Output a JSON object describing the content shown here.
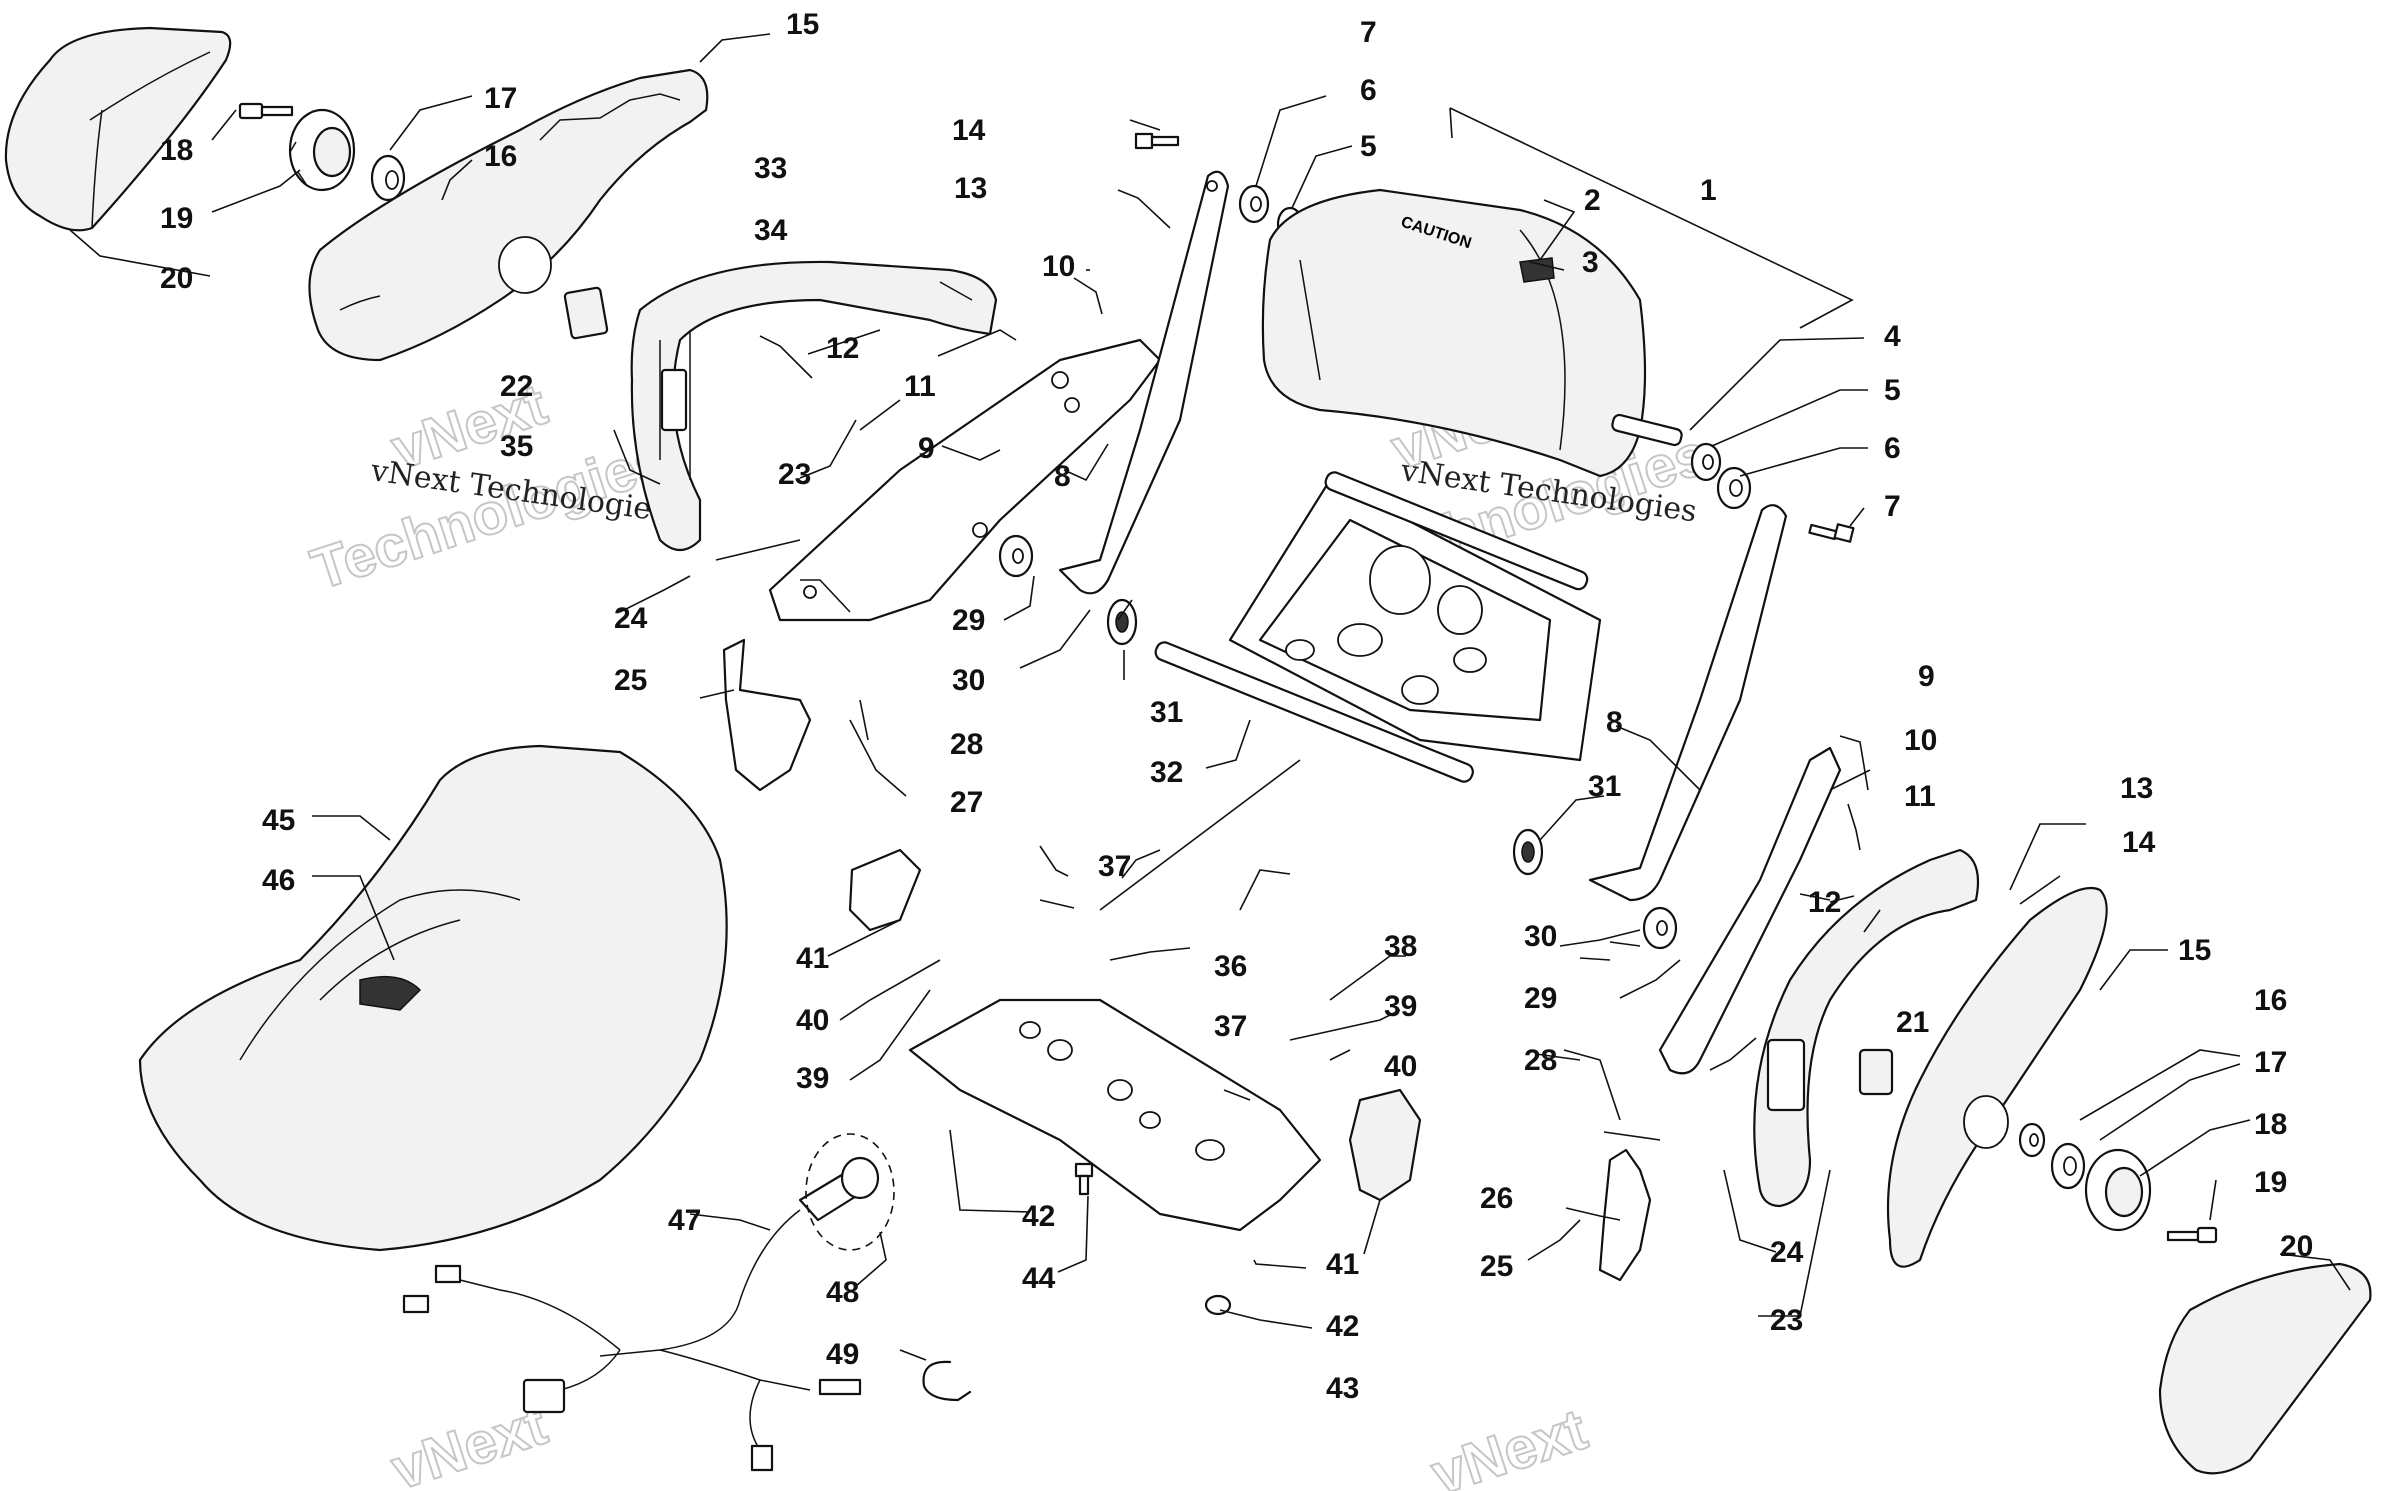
{
  "watermark": {
    "company": "vNext Technologies",
    "ghost_top": "vNext",
    "ghost_bottom": "Technologies"
  },
  "callouts": [
    {
      "id": "c1",
      "label": "1"
    },
    {
      "id": "c2",
      "label": "2"
    },
    {
      "id": "c3",
      "label": "3"
    },
    {
      "id": "c4",
      "label": "4"
    },
    {
      "id": "c5a",
      "label": "5"
    },
    {
      "id": "c5b",
      "label": "5"
    },
    {
      "id": "c6a",
      "label": "6"
    },
    {
      "id": "c6b",
      "label": "6"
    },
    {
      "id": "c7a",
      "label": "7"
    },
    {
      "id": "c7b",
      "label": "7"
    },
    {
      "id": "c8a",
      "label": "8"
    },
    {
      "id": "c8b",
      "label": "8"
    },
    {
      "id": "c9a",
      "label": "9"
    },
    {
      "id": "c9b",
      "label": "9"
    },
    {
      "id": "c10a",
      "label": "10"
    },
    {
      "id": "c10b",
      "label": "10"
    },
    {
      "id": "c11a",
      "label": "11"
    },
    {
      "id": "c11b",
      "label": "11"
    },
    {
      "id": "c12a",
      "label": "12"
    },
    {
      "id": "c12b",
      "label": "12"
    },
    {
      "id": "c13a",
      "label": "13"
    },
    {
      "id": "c13b",
      "label": "13"
    },
    {
      "id": "c14a",
      "label": "14"
    },
    {
      "id": "c14b",
      "label": "14"
    },
    {
      "id": "c15a",
      "label": "15"
    },
    {
      "id": "c15b",
      "label": "15"
    },
    {
      "id": "c16a",
      "label": "16"
    },
    {
      "id": "c16b",
      "label": "16"
    },
    {
      "id": "c17a",
      "label": "17"
    },
    {
      "id": "c17b",
      "label": "17"
    },
    {
      "id": "c18a",
      "label": "18"
    },
    {
      "id": "c18b",
      "label": "18"
    },
    {
      "id": "c19a",
      "label": "19"
    },
    {
      "id": "c19b",
      "label": "19"
    },
    {
      "id": "c20a",
      "label": "20"
    },
    {
      "id": "c20b",
      "label": "20"
    },
    {
      "id": "c21",
      "label": "21"
    },
    {
      "id": "c22",
      "label": "22"
    },
    {
      "id": "c23a",
      "label": "23"
    },
    {
      "id": "c23b",
      "label": "23"
    },
    {
      "id": "c24a",
      "label": "24"
    },
    {
      "id": "c24b",
      "label": "24"
    },
    {
      "id": "c25a",
      "label": "25"
    },
    {
      "id": "c25b",
      "label": "25"
    },
    {
      "id": "c26",
      "label": "26"
    },
    {
      "id": "c27",
      "label": "27"
    },
    {
      "id": "c28a",
      "label": "28"
    },
    {
      "id": "c28b",
      "label": "28"
    },
    {
      "id": "c29a",
      "label": "29"
    },
    {
      "id": "c29b",
      "label": "29"
    },
    {
      "id": "c30a",
      "label": "30"
    },
    {
      "id": "c30b",
      "label": "30"
    },
    {
      "id": "c31a",
      "label": "31"
    },
    {
      "id": "c31b",
      "label": "31"
    },
    {
      "id": "c32",
      "label": "32"
    },
    {
      "id": "c33",
      "label": "33"
    },
    {
      "id": "c34",
      "label": "34"
    },
    {
      "id": "c35",
      "label": "35"
    },
    {
      "id": "c36",
      "label": "36"
    },
    {
      "id": "c37a",
      "label": "37"
    },
    {
      "id": "c37b",
      "label": "37"
    },
    {
      "id": "c38",
      "label": "38"
    },
    {
      "id": "c39a",
      "label": "39"
    },
    {
      "id": "c39b",
      "label": "39"
    },
    {
      "id": "c40a",
      "label": "40"
    },
    {
      "id": "c40b",
      "label": "40"
    },
    {
      "id": "c41a",
      "label": "41"
    },
    {
      "id": "c41b",
      "label": "41"
    },
    {
      "id": "c42a",
      "label": "42"
    },
    {
      "id": "c42b",
      "label": "42"
    },
    {
      "id": "c43",
      "label": "43"
    },
    {
      "id": "c44",
      "label": "44"
    },
    {
      "id": "c45",
      "label": "45"
    },
    {
      "id": "c46",
      "label": "46"
    },
    {
      "id": "c47",
      "label": "47"
    },
    {
      "id": "c48",
      "label": "48"
    },
    {
      "id": "c49",
      "label": "49"
    }
  ]
}
